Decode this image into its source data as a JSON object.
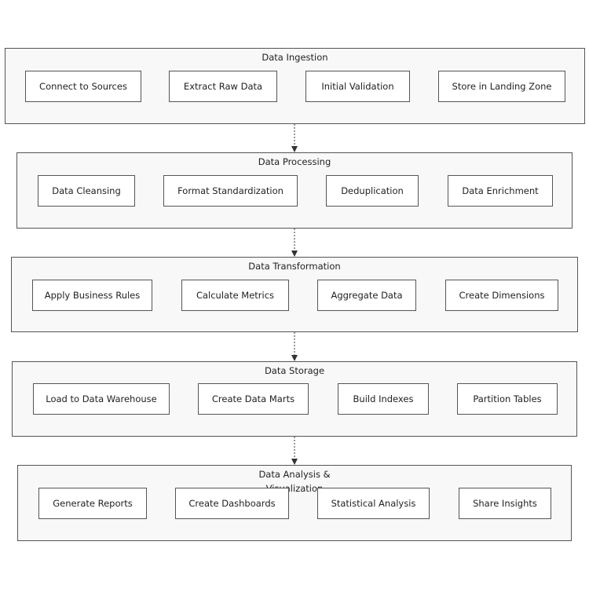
{
  "groups": [
    {
      "title": "Data Ingestion",
      "nodes": [
        "Connect to Sources",
        "Extract Raw Data",
        "Initial Validation",
        "Store in Landing Zone"
      ]
    },
    {
      "title": "Data Processing",
      "nodes": [
        "Data Cleansing",
        "Format Standardization",
        "Deduplication",
        "Data Enrichment"
      ]
    },
    {
      "title": "Data Transformation",
      "nodes": [
        "Apply Business Rules",
        "Calculate Metrics",
        "Aggregate Data",
        "Create Dimensions"
      ]
    },
    {
      "title": "Data Storage",
      "nodes": [
        "Load to Data Warehouse",
        "Create Data Marts",
        "Build Indexes",
        "Partition Tables"
      ]
    },
    {
      "title": "Data Analysis & Visualization",
      "nodes": [
        "Generate Reports",
        "Create Dashboards",
        "Statistical Analysis",
        "Share Insights"
      ]
    }
  ],
  "colors": {
    "group_fill": "#f8f8f8",
    "node_fill": "#ffffff",
    "border": "#555555",
    "arrow": "#333333"
  }
}
